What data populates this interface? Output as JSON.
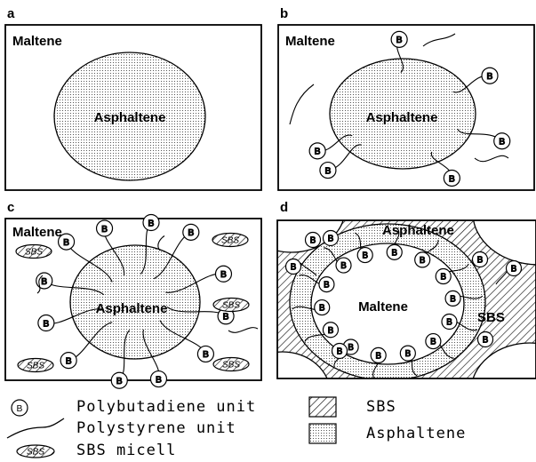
{
  "panels": {
    "a": {
      "letter": "a",
      "maltene": "Maltene",
      "asphaltene": "Asphaltene"
    },
    "b": {
      "letter": "b",
      "maltene": "Maltene",
      "asphaltene": "Asphaltene"
    },
    "c": {
      "letter": "c",
      "maltene": "Maltene",
      "asphaltene": "Asphaltene",
      "micelle": "SBS"
    },
    "d": {
      "letter": "d",
      "maltene": "Maltene",
      "asphaltene": "Asphaltene",
      "sbs": "SBS"
    }
  },
  "unit_symbol": "B",
  "legend": {
    "polybutadiene": "Polybutadiene unit",
    "polystyrene": "Polystyrene unit",
    "micelle": "SBS micell",
    "micelle_symbol": "SBS",
    "sbs": "SBS",
    "asphaltene": "Asphaltene"
  }
}
